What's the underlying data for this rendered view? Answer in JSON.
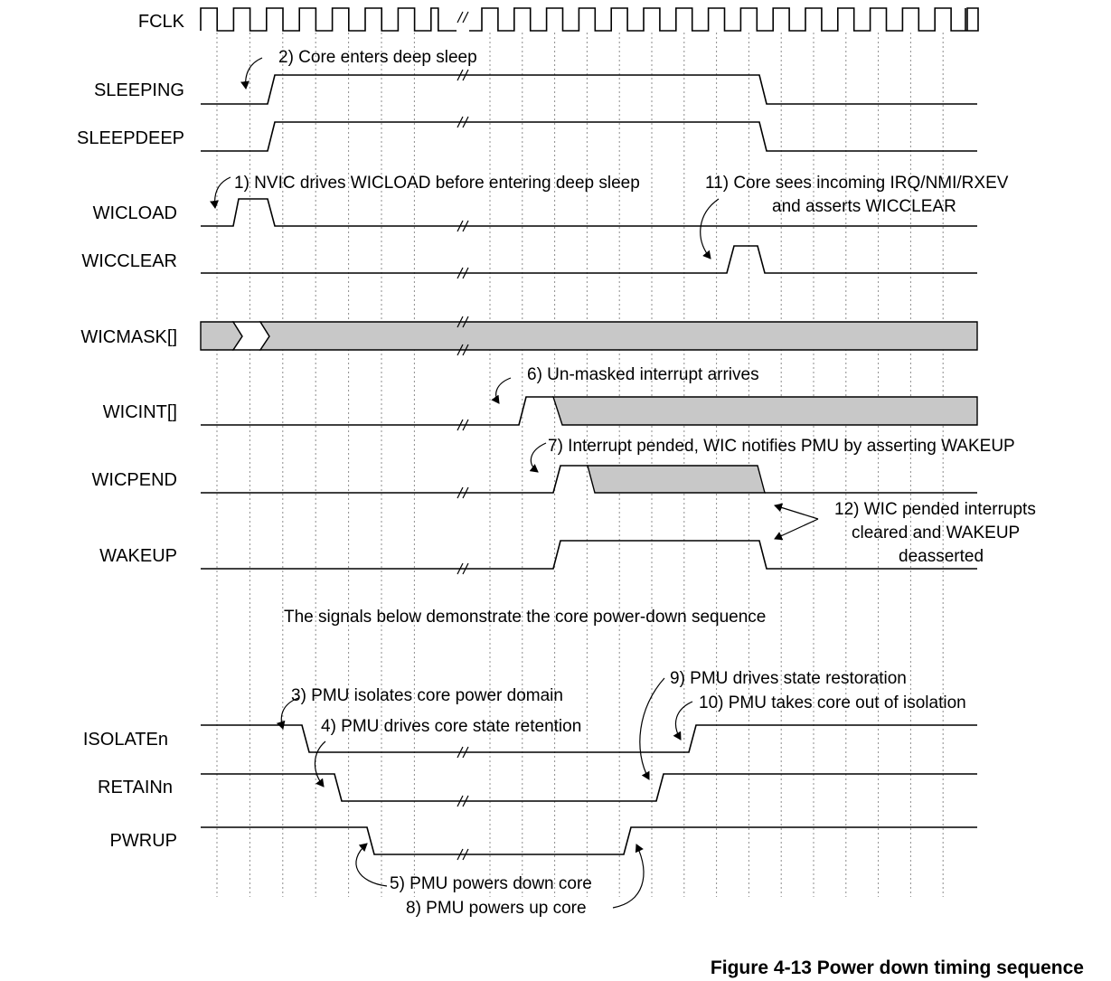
{
  "signals": [
    "FCLK",
    "SLEEPING",
    "SLEEPDEEP",
    "WICLOAD",
    "WICCLEAR",
    "WICMASK[]",
    "WICINT[]",
    "WICPEND",
    "WAKEUP",
    "ISOLATEn",
    "RETAINn",
    "PWRUP"
  ],
  "annotations": {
    "a1": "1) NVIC drives WICLOAD before entering deep sleep",
    "a2": "2) Core enters deep sleep",
    "a3": "3) PMU isolates core power domain",
    "a4": "4) PMU drives core state retention",
    "a5": "5) PMU powers down core",
    "a6": "6) Un-masked interrupt arrives",
    "a7": "7) Interrupt pended, WIC notifies PMU by asserting WAKEUP",
    "a8": "8) PMU powers up core",
    "a9": "9) PMU drives state restoration",
    "a10": "10) PMU takes core out of isolation",
    "a11_line1": "11) Core sees incoming IRQ/NMI/RXEV",
    "a11_line2": "and asserts WICCLEAR",
    "a12_line1": "12) WIC pended interrupts",
    "a12_line2": "cleared and WAKEUP",
    "a12_line3": "deasserted"
  },
  "section_note": "The signals below demonstrate the core power-down sequence",
  "caption": "Figure 4-13 Power down timing sequence"
}
